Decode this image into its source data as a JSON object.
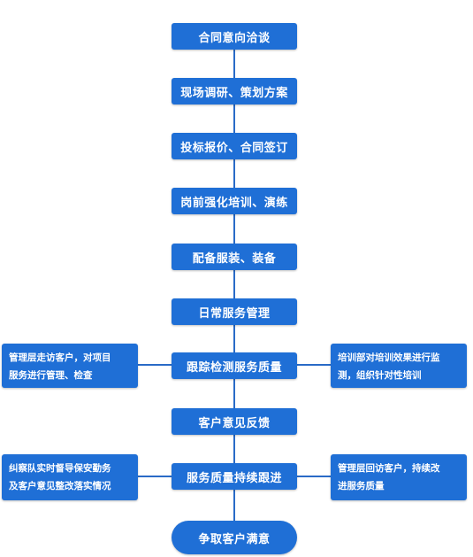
{
  "flow": {
    "steps": [
      "合同意向洽谈",
      "现场调研、策划方案",
      "投标报价、合同签订",
      "岗前强化培训、演练",
      "配备服装、装备",
      "日常服务管理",
      "跟踪检测服务质量",
      "客户意见反馈",
      "服务质量持续跟进",
      "争取客户满意"
    ],
    "side_notes": {
      "left_1": [
        "管理层走访客户，对项目",
        "服务进行管理、检查"
      ],
      "right_1": [
        "培训部对培训效果进行监",
        "测，组织针对性培训"
      ],
      "left_2": [
        "纠察队实时督导保安勤务",
        "及客户意见整改落实情况"
      ],
      "right_2": [
        "管理层回访客户，持续改",
        "进服务质量"
      ]
    }
  },
  "colors": {
    "node": "#1f6fd6",
    "line": "#2a6bc7"
  }
}
